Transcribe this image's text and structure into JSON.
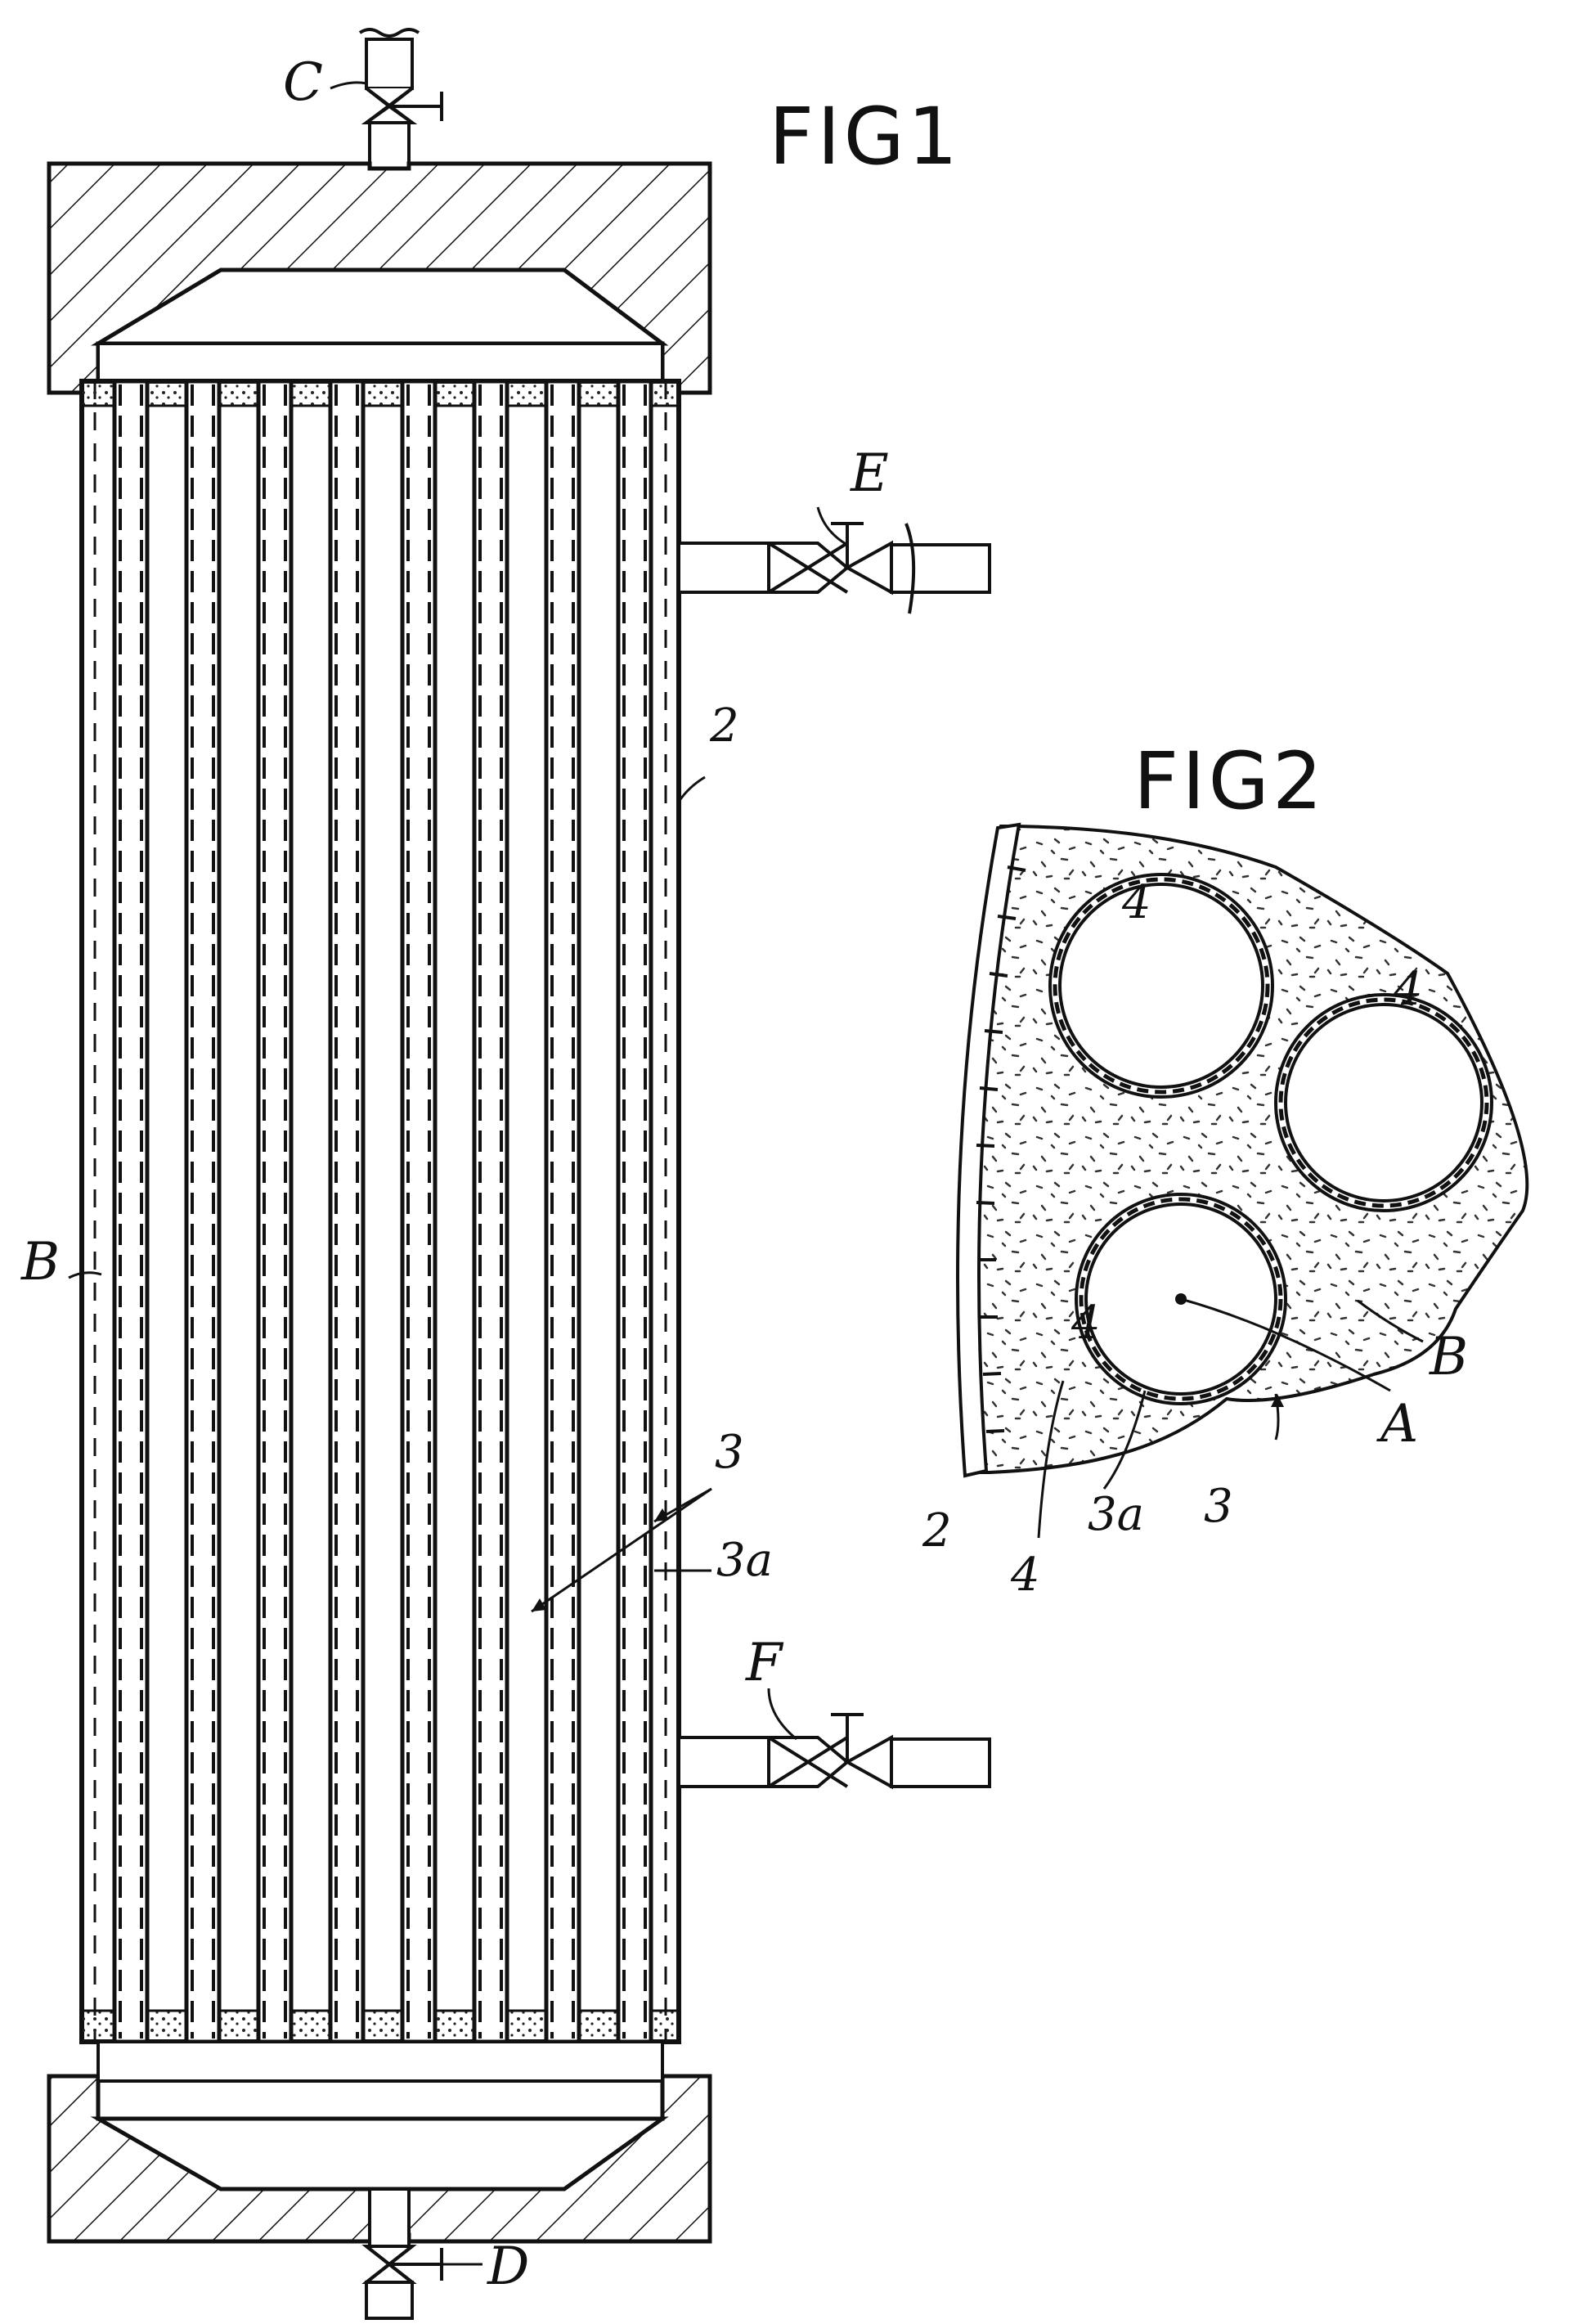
{
  "fig1": {
    "title": "FIG1",
    "labels": {
      "inlet_top": "C",
      "port_upper": "E",
      "shell": "2",
      "shell_space": "B",
      "tube": "3",
      "tube_layer": "3a",
      "port_lower": "F",
      "outlet_bottom": "D"
    }
  },
  "fig2": {
    "title": "FIG2",
    "labels": {
      "tube_interior": "4",
      "tube_interior_2": "4",
      "tube_interior_3": "4",
      "tube_interior_4": "4",
      "shell_space": "B",
      "tube_center": "A",
      "shell_wall": "2",
      "tube_layer": "3a",
      "tube": "3"
    }
  }
}
